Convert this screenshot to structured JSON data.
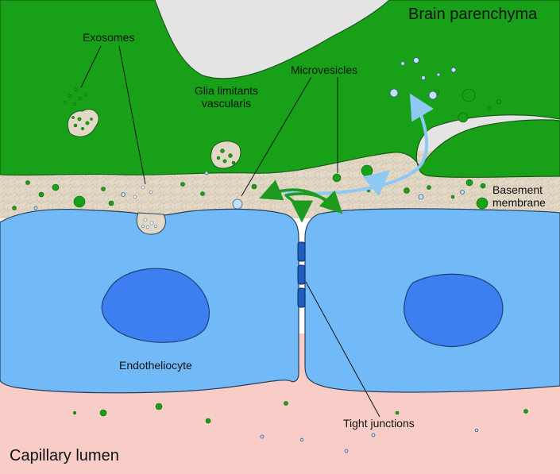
{
  "labels": {
    "brain_parenchyma": "Brain parenchyma",
    "capillary_lumen": "Capillary lumen",
    "exosomes": "Exosomes",
    "glia_line1": "Glia limitants",
    "glia_line2": "vascularis",
    "microvesicles": "Microvesicles",
    "basement_line1": "Basement",
    "basement_line2": "membrane",
    "endotheliocyte": "Endotheliocyte",
    "tight_junctions": "Tight junctions"
  },
  "colors": {
    "parenchyma": "#e4e4e4",
    "glia": "#18a118",
    "basement": "#e2d8c6",
    "endothelium": "#72baf7",
    "nucleus": "#3d7ef0",
    "lumen": "#f8cdc8",
    "tight_junction": "#1f5fbe",
    "microvesicle_blue": "#bfe2fb",
    "arrow_blue": "#8ec9f6",
    "arrow_green": "#1e9b1e"
  }
}
